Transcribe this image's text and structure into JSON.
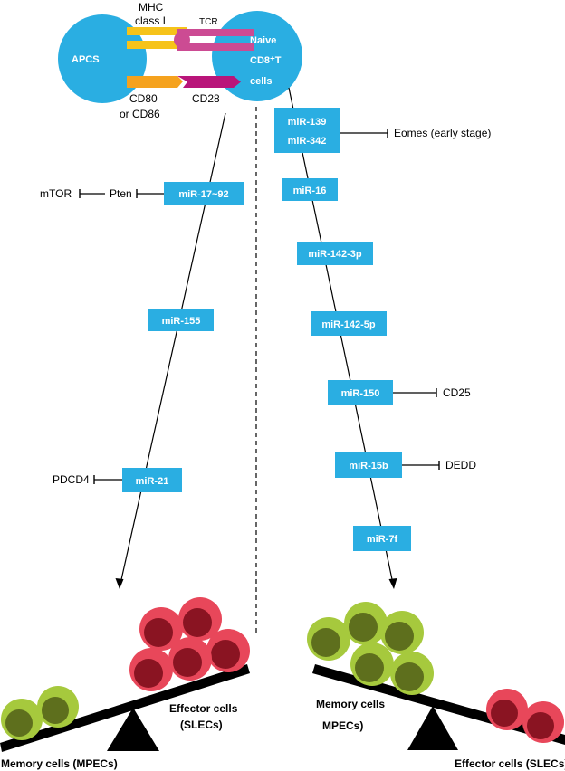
{
  "colors": {
    "cell_blue": "#2aaee2",
    "mir_box": "#2aaee2",
    "mhc_yellow": "#f6c31a",
    "tcr_pink": "#cc4b93",
    "cd80_orange": "#f5a21e",
    "cd28_purple": "#b9157a",
    "memory_outer": "#a6c93d",
    "memory_inner": "#5e6f1d",
    "effector_outer": "#e8475a",
    "effector_inner": "#8a1422",
    "seesaw": "#000000"
  },
  "top": {
    "apc_label": "APCS",
    "mhc_line1": "MHC",
    "mhc_line2": "class I",
    "tcr_label": "TCR",
    "tcell_line1": "Naive",
    "tcell_line2": "CD8⁺T",
    "tcell_line3": "cells",
    "cd80_line1": "CD80",
    "cd80_line2": "or CD86",
    "cd28_label": "CD28"
  },
  "left_path": {
    "mirs": [
      "miR-17~92",
      "miR-155",
      "miR-21"
    ],
    "targets": {
      "mtor": "mTOR",
      "pten": "Pten",
      "pdcd4": "PDCD4"
    }
  },
  "right_path": {
    "mirs": [
      "miR-139",
      "miR-342",
      "miR-16",
      "miR-142-3p",
      "miR-142-5p",
      "miR-150",
      "miR-15b",
      "miR-7f"
    ],
    "targets": {
      "eomes": "Eomes (early stage)",
      "cd25": "CD25",
      "dedd": "DEDD"
    }
  },
  "bottom_left": {
    "memory_label": "Memory cells (MPECs)",
    "effector_line1": "Effector cells",
    "effector_line2": "(SLECs)"
  },
  "bottom_right": {
    "memory_line1": "Memory cells",
    "memory_line2": "MPECs)",
    "effector_label": "Effector cells (SLECs)"
  }
}
